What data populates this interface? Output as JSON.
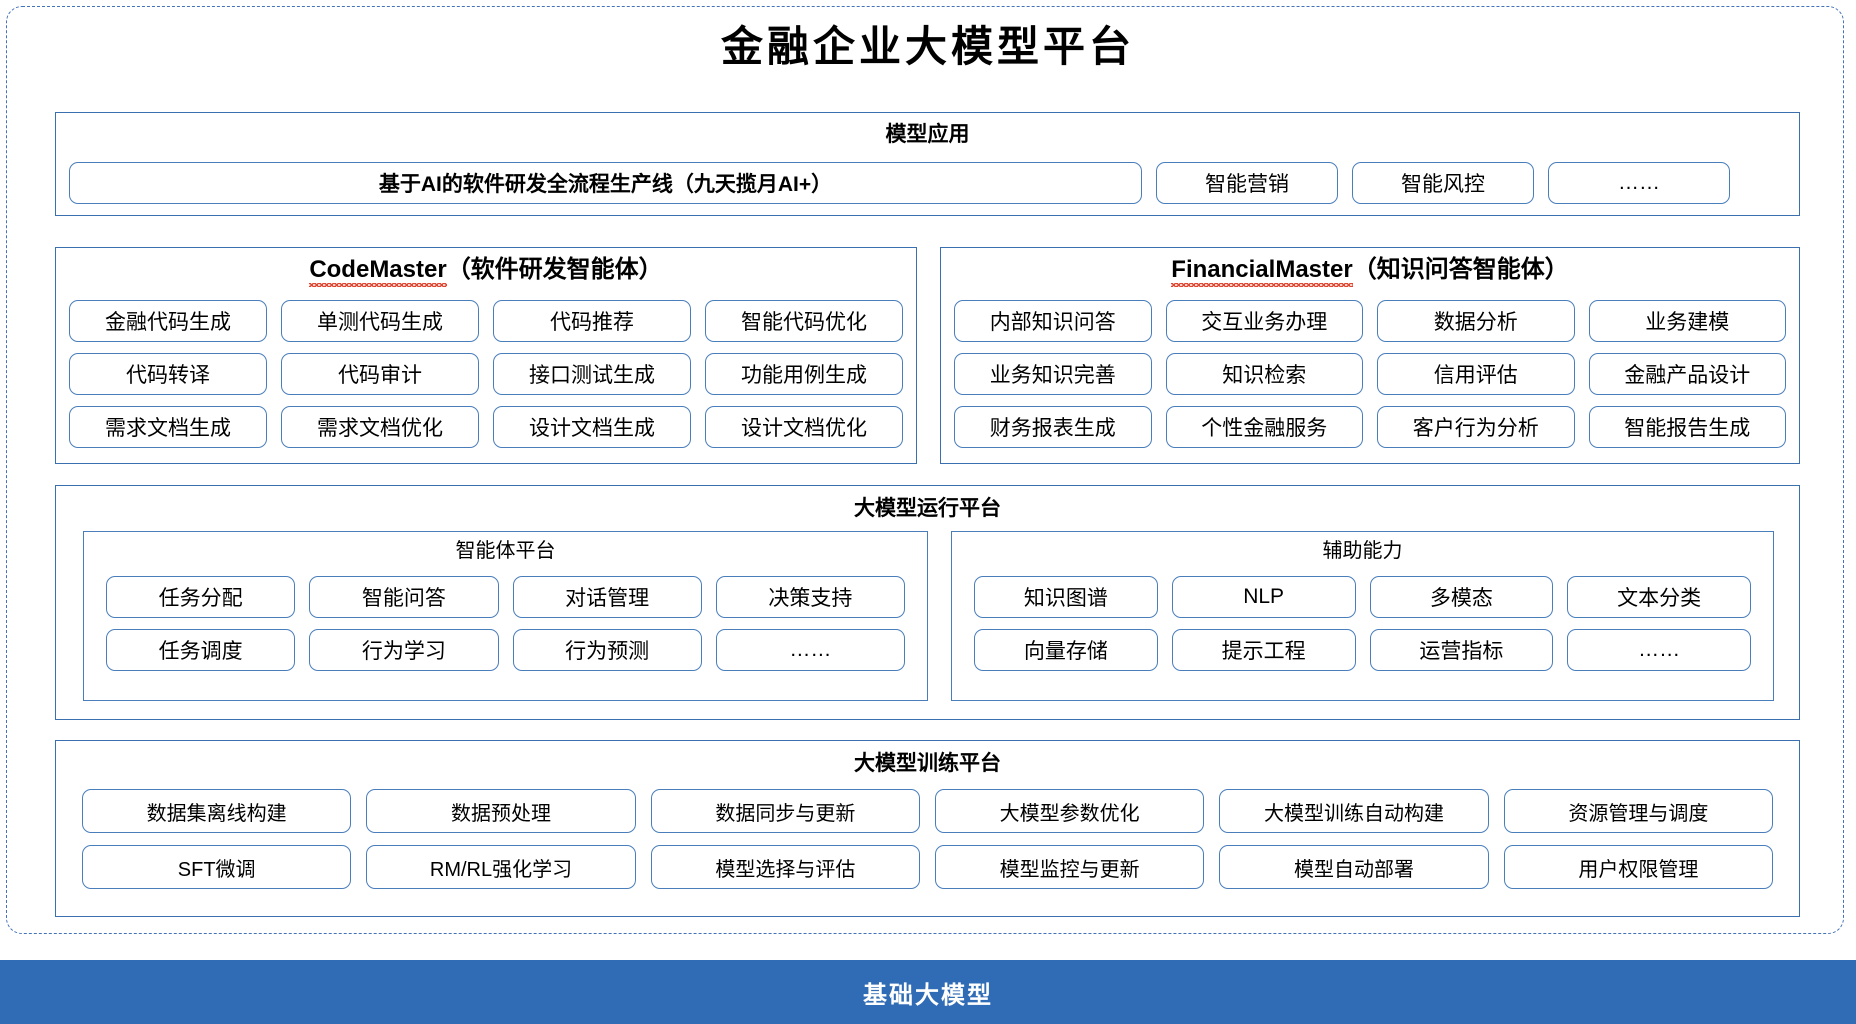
{
  "page_title": "金融企业大模型平台",
  "colors": {
    "panel_border": "#3a6fb0",
    "pill_border": "#4a7ebb",
    "outer_dash": "#4472b8",
    "base_bar_bg": "#2f6cb5",
    "base_bar_text": "#ffffff",
    "spellcheck_squiggle": "#e03a24"
  },
  "application_layer": {
    "title": "模型应用",
    "primary_item": "基于AI的软件研发全流程生产线（九天揽月AI+）",
    "items": [
      "智能营销",
      "智能风控",
      "……"
    ]
  },
  "agents": [
    {
      "name_latin": "CodeMaster",
      "name_cn": "（软件研发智能体）",
      "items": [
        "金融代码生成",
        "单测代码生成",
        "代码推荐",
        "智能代码优化",
        "代码转译",
        "代码审计",
        "接口测试生成",
        "功能用例生成",
        "需求文档生成",
        "需求文档优化",
        "设计文档生成",
        "设计文档优化"
      ]
    },
    {
      "name_latin": "FinancialMaster",
      "name_cn": "（知识问答智能体）",
      "items": [
        "内部知识问答",
        "交互业务办理",
        "数据分析",
        "业务建模",
        "业务知识完善",
        "知识检索",
        "信用评估",
        "金融产品设计",
        "财务报表生成",
        "个性金融服务",
        "客户行为分析",
        "智能报告生成"
      ]
    }
  ],
  "runtime_platform": {
    "title": "大模型运行平台",
    "groups": [
      {
        "title": "智能体平台",
        "items": [
          "任务分配",
          "智能问答",
          "对话管理",
          "决策支持",
          "任务调度",
          "行为学习",
          "行为预测",
          "……"
        ]
      },
      {
        "title": "辅助能力",
        "items": [
          "知识图谱",
          "NLP",
          "多模态",
          "文本分类",
          "向量存储",
          "提示工程",
          "运营指标",
          "……"
        ]
      }
    ]
  },
  "training_platform": {
    "title": "大模型训练平台",
    "items": [
      "数据集离线构建",
      "数据预处理",
      "数据同步与更新",
      "大模型参数优化",
      "大模型训练自动构建",
      "资源管理与调度",
      "SFT微调",
      "RM/RL强化学习",
      "模型选择与评估",
      "模型监控与更新",
      "模型自动部署",
      "用户权限管理"
    ]
  },
  "base_layer": {
    "title": "基础大模型"
  }
}
